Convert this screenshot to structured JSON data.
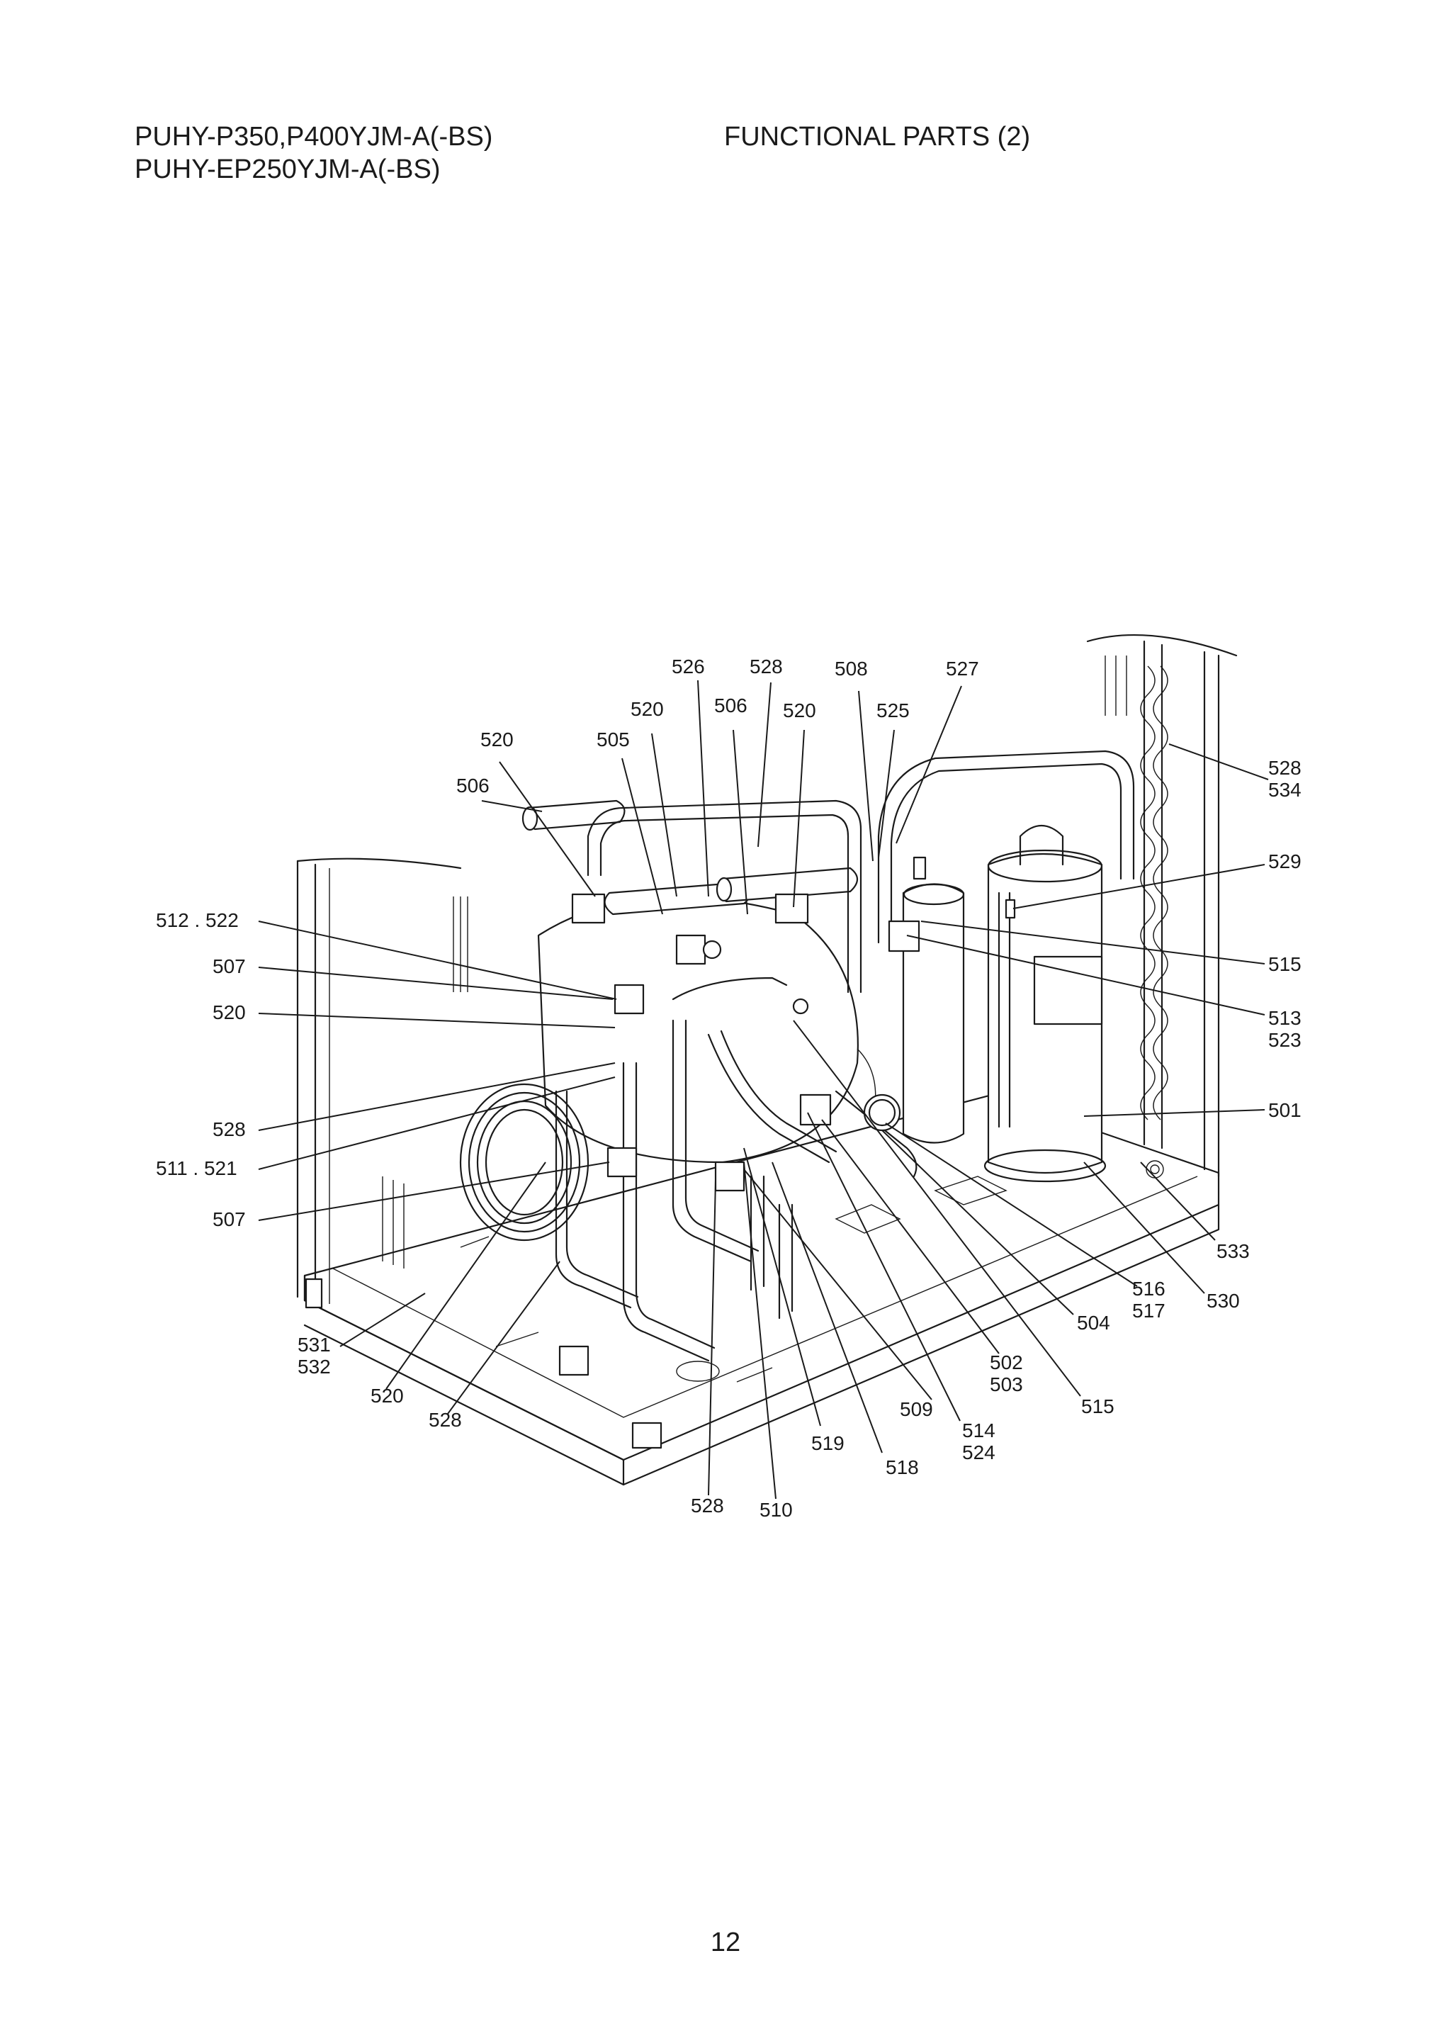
{
  "header": {
    "model_line_1": "PUHY-P350,P400YJM-A(-BS)",
    "model_line_2": "PUHY-EP250YJM-A(-BS)",
    "section_title": "FUNCTIONAL PARTS (2)"
  },
  "callouts": {
    "c526": "526",
    "c528_top": "528",
    "c508": "508",
    "c527": "527",
    "c520_a": "520",
    "c506_a": "506",
    "c520_b": "520",
    "c525": "525",
    "c520_c": "520",
    "c505": "505",
    "c506_b": "506",
    "c528_534_a": "528",
    "c528_534_b": "534",
    "c529": "529",
    "c512_522": "512 . 522",
    "c507_a": "507",
    "c520_d": "520",
    "c515_a": "515",
    "c513_523_a": "513",
    "c513_523_b": "523",
    "c501": "501",
    "c528_b": "528",
    "c511_521": "511 . 521",
    "c507_b": "507",
    "c533": "533",
    "c516_517_a": "516",
    "c516_517_b": "517",
    "c530": "530",
    "c504": "504",
    "c531_532_a": "531",
    "c531_532_b": "532",
    "c502_503_a": "502",
    "c502_503_b": "503",
    "c520_e": "520",
    "c515_b": "515",
    "c528_c": "528",
    "c509": "509",
    "c514_524_a": "514",
    "c514_524_b": "524",
    "c519": "519",
    "c518": "518",
    "c528_d": "528",
    "c510": "510"
  },
  "page_number": "12"
}
